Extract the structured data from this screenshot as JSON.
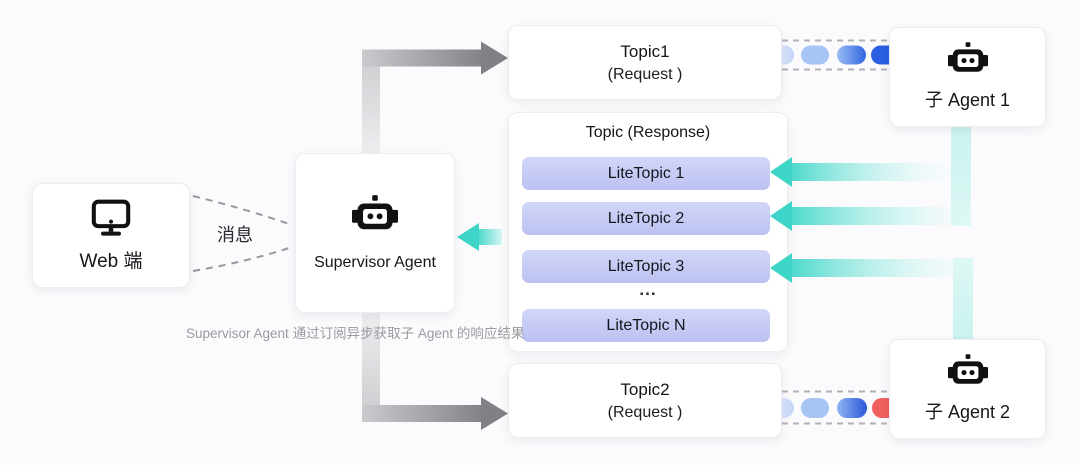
{
  "nodes": {
    "web": {
      "label": "Web 端"
    },
    "supervisor": {
      "label": "Supervisor Agent"
    },
    "topic1": {
      "title": "Topic1",
      "subtitle": "(Request )"
    },
    "response": {
      "title": "Topic (Response)",
      "rows": [
        "LiteTopic 1",
        "LiteTopic 2",
        "LiteTopic 3",
        "LiteTopic N"
      ],
      "ellipsis": "..."
    },
    "topic2": {
      "title": "Topic2",
      "subtitle": "(Request )"
    },
    "agent1": {
      "label": "子 Agent 1"
    },
    "agent2": {
      "label": "子 Agent 2"
    }
  },
  "labels": {
    "message": "消息",
    "caption": "Supervisor Agent 通过订阅异步获取子 Agent 的响应结果"
  },
  "icons": {
    "web": "monitor-icon",
    "supervisor": "robot-icon",
    "agent1": "robot-icon",
    "agent2": "robot-icon"
  },
  "colors": {
    "background": "#fbfbfd",
    "accent_teal": "#3ed5c8",
    "teal_line_light": "#d2f5f1",
    "pill_blue_light": "#a7c4f5",
    "pill_blue_dark": "#2b5fe0",
    "pill_red": "#f0605c",
    "lite_topic_fill": "#c5c9f4",
    "arrow_gray": "#85858a",
    "dash_gray": "#b2b2b6"
  }
}
